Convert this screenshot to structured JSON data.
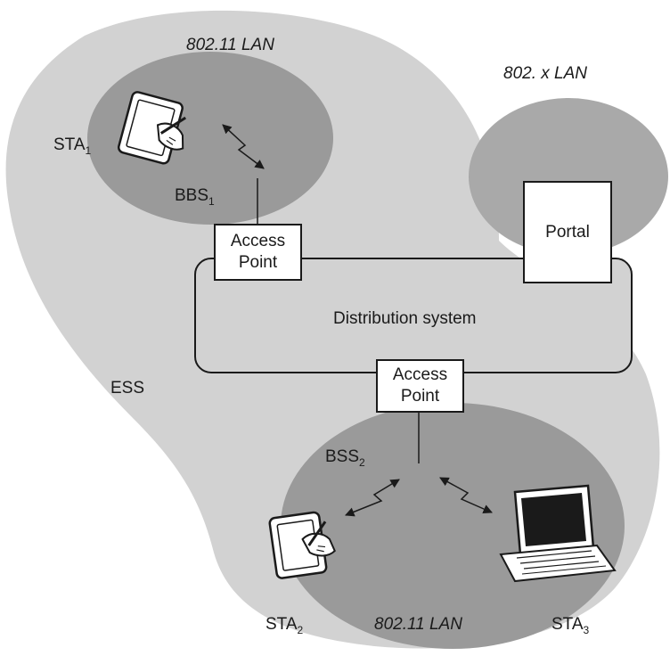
{
  "diagram": {
    "lan_top": "802.11 LAN",
    "lan_other": "802. x LAN",
    "lan_bottom": "802.11 LAN",
    "ess": "ESS",
    "distribution_system": "Distribution system",
    "portal": "Portal",
    "access_point_top": {
      "line1": "Access",
      "line2": "Point"
    },
    "access_point_bottom": {
      "line1": "Access",
      "line2": "Point"
    },
    "sta1": {
      "base": "STA",
      "sub": "1"
    },
    "sta2": {
      "base": "STA",
      "sub": "2"
    },
    "sta3": {
      "base": "STA",
      "sub": "3"
    },
    "bss1": {
      "base": "BBS",
      "sub": "1"
    },
    "bss2": {
      "base": "BSS",
      "sub": "2"
    }
  },
  "colors": {
    "ess_region": "#d2d2d2",
    "bss_region": "#9a9a9a",
    "lan_region": "#a9a9a9",
    "stroke": "#1a1a1a",
    "box_fill": "#ffffff"
  }
}
